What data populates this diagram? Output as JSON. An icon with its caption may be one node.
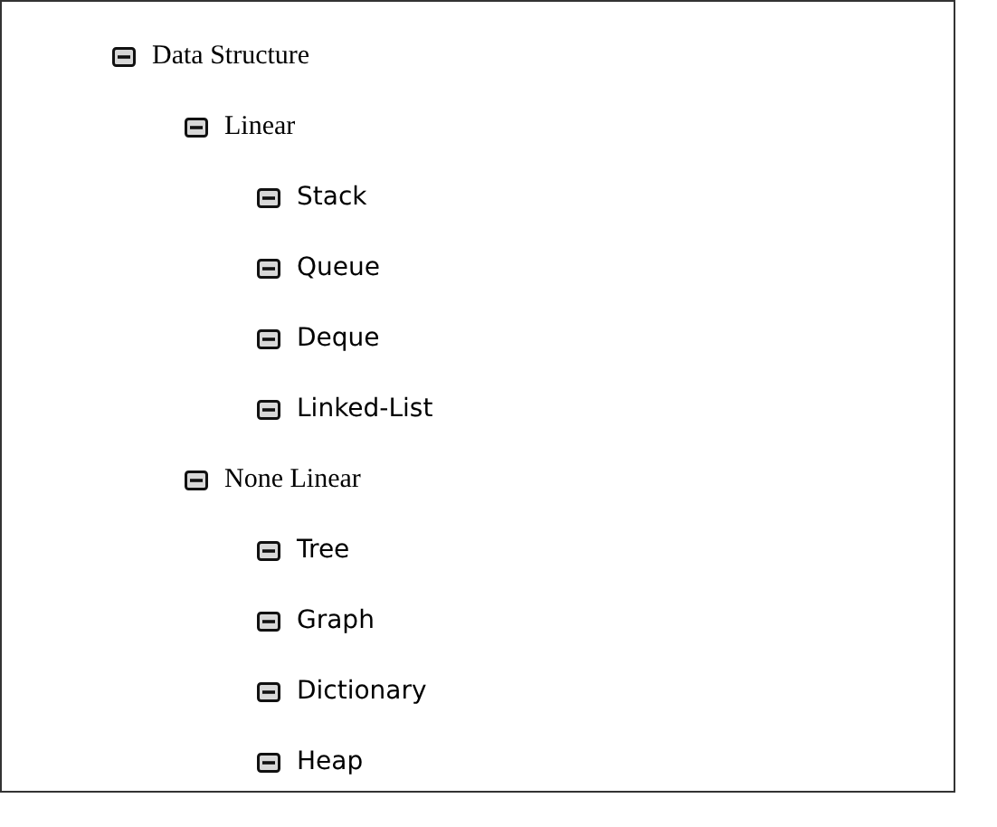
{
  "diagram": {
    "labels": [
      "Data Structure",
      "Linear",
      "Stack",
      "Queue",
      "Deque",
      "Linked-List",
      "None Linear",
      "Tree",
      "Graph",
      "Dictionary",
      "Heap"
    ]
  }
}
